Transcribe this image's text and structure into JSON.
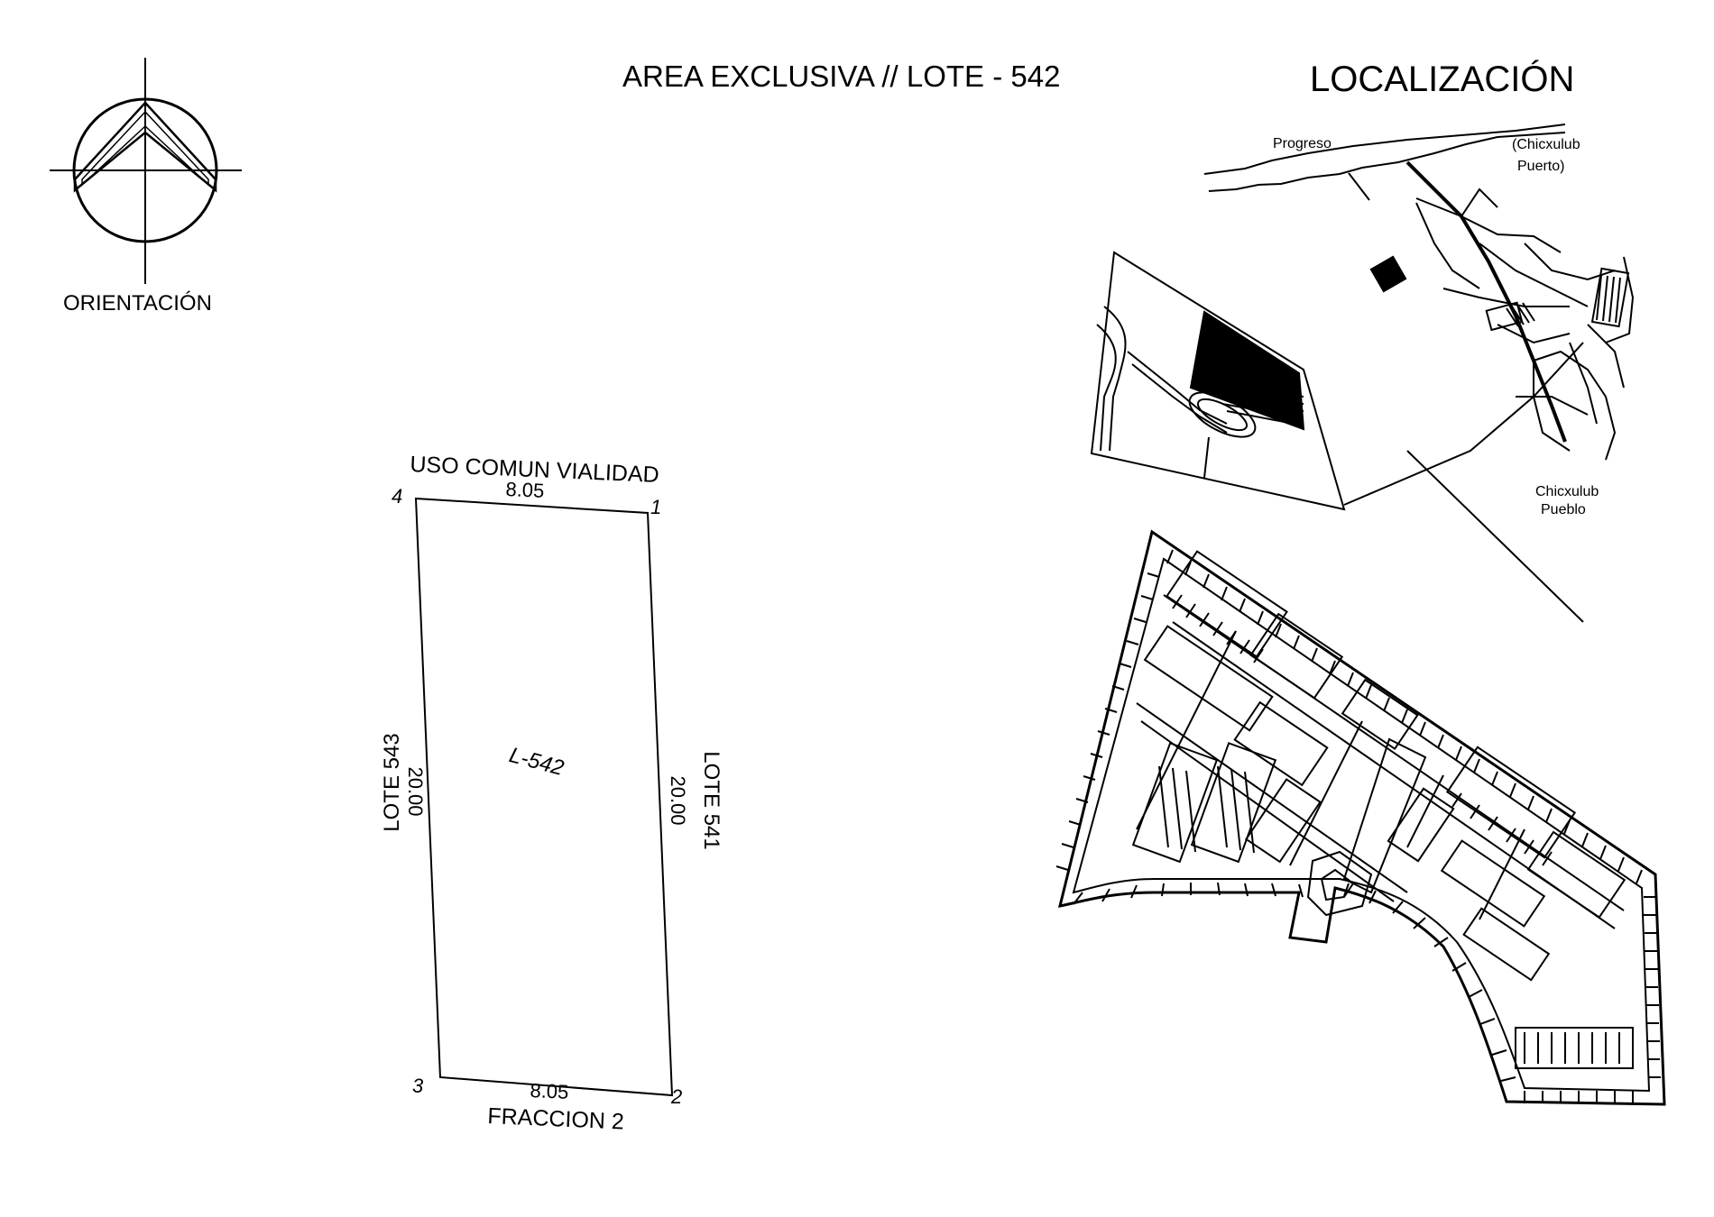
{
  "sheet": {
    "title": "AREA EXCLUSIVA // LOTE - 542",
    "location_title": "LOCALIZACIÓN"
  },
  "north_arrow": {
    "label": "ORIENTACIÓN",
    "icon": "north-arrow-icon"
  },
  "lot": {
    "id_label": "L-542",
    "top_street": "USO COMUN VIALIDAD",
    "bottom_neighbor": "FRACCION 2",
    "left_neighbor": "LOTE 543",
    "right_neighbor": "LOTE 541",
    "dimensions": {
      "top": "8.05",
      "bottom": "8.05",
      "left": "20.00",
      "right": "20.00"
    },
    "vertices": [
      "1",
      "2",
      "3",
      "4"
    ]
  },
  "location_map": {
    "place_labels": {
      "progreso": "Progreso",
      "chicxulub_puerto_line1": "(Chicxulub",
      "chicxulub_puerto_line2": "Puerto)",
      "chicxulub_pueblo_line1": "Chicxulub",
      "chicxulub_pueblo_line2": "Pueblo"
    },
    "line_color": "#000000",
    "background_color": "#ffffff"
  }
}
